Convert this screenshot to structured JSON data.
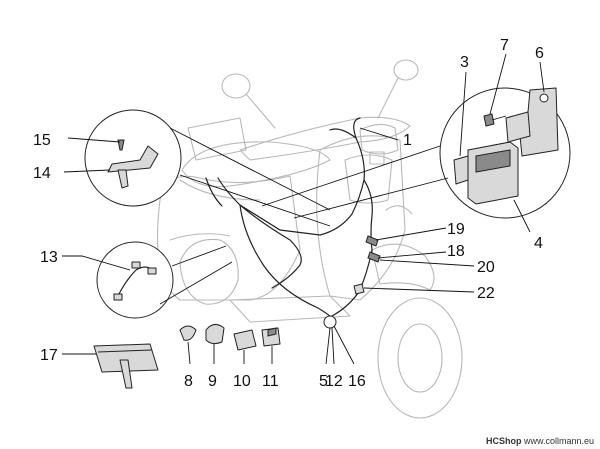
{
  "labels": {
    "l1": "1",
    "l3": "3",
    "l4": "4",
    "l5": "5",
    "l6": "6",
    "l7": "7",
    "l8": "8",
    "l9": "9",
    "l10": "10",
    "l11": "11",
    "l12": "12",
    "l13": "13",
    "l14": "14",
    "l15": "15",
    "l16": "16",
    "l17": "17",
    "l18": "18",
    "l19": "19",
    "l20": "20",
    "l22": "22"
  },
  "footer": {
    "shop": "HCShop",
    "site": "www.collmann.eu"
  }
}
